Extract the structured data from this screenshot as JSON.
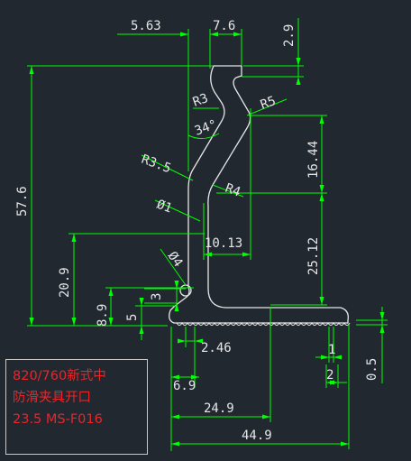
{
  "dimensions": {
    "d_5_63": "5.63",
    "d_7_6": "7.6",
    "d_2_9": "2.9",
    "d_R3": "R3",
    "d_R5": "R5",
    "d_34": "34°",
    "d_16_44": "16.44",
    "d_57_6": "57.6",
    "d_R3_5": "R3.5",
    "d_R4": "R4",
    "d_phi1": "Ø1",
    "d_10_13": "10.13",
    "d_25_12": "25.12",
    "d_20_9": "20.9",
    "d_phi4": "Ø4",
    "d_3": "3",
    "d_8_9": "8.9",
    "d_5": "5",
    "d_2_46": "2.46",
    "d_1": "1",
    "d_0_5": "0.5",
    "d_2": "2",
    "d_6_9": "6.9",
    "d_24_9": "24.9",
    "d_44_9": "44.9"
  },
  "info": {
    "line1": "820/760新式中",
    "line2": "防滑夹具开口",
    "line3": "23.5   MS-F016"
  },
  "colors": {
    "background": "#212830",
    "dimension": "#00ff00",
    "outline": "#e6e6e6",
    "info_text": "#e8262a"
  }
}
